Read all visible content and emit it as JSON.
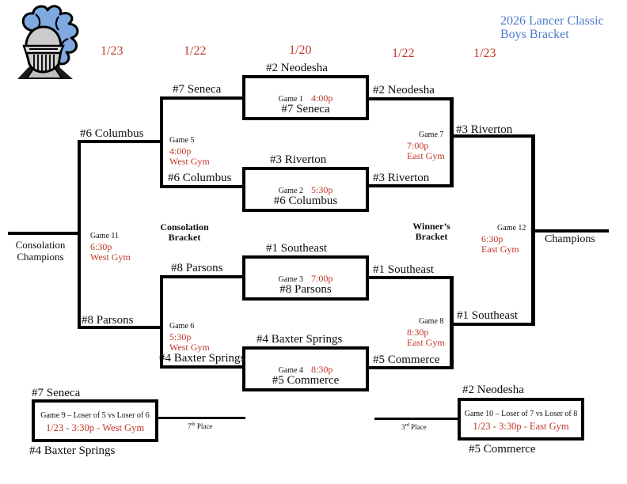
{
  "header": {
    "title_line1": "2026 Lancer Classic",
    "title_line2": "Boys Bracket",
    "date_col1": "1/23",
    "date_col2": "1/22",
    "date_col3": "1/20",
    "date_col4": "1/22",
    "date_col5": "1/23"
  },
  "logo": {
    "icon": "knight-helmet-logo"
  },
  "colors": {
    "red": "#BE3728",
    "blue": "#4C79CE",
    "line": "#000000",
    "plume_blue": "#7FA9E1",
    "helmet_gray": "#CCCCCC"
  },
  "round1": {
    "game1": {
      "label": "Game 1",
      "time": "4:00p",
      "top_seed": "#2 Neodesha",
      "bottom_seed": "#7 Seneca"
    },
    "game2": {
      "label": "Game 2",
      "time": "5:30p",
      "top_seed": "#3 Riverton",
      "bottom_seed": "#6 Columbus"
    },
    "game3": {
      "label": "Game 3",
      "time": "7:00p",
      "top_seed": "#1 Southeast",
      "bottom_seed": "#8 Parsons"
    },
    "game4": {
      "label": "Game 4",
      "time": "8:30p",
      "top_seed": "#4 Baxter Springs",
      "bottom_seed": "#5 Commerce"
    }
  },
  "consolation_side": {
    "heading_line1": "Consolation",
    "heading_line2": "Bracket",
    "champ_line1": "Consolation",
    "champ_line2": "Champions",
    "game5": {
      "label": "Game 5",
      "time": "4:00p",
      "gym": "West Gym",
      "entrant_top": "#7 Seneca",
      "entrant_bottom": "#6 Columbus",
      "advancer": "#6 Columbus"
    },
    "game6": {
      "label": "Game 6",
      "time": "5:30p",
      "gym": "West Gym",
      "entrant_top": "#8 Parsons",
      "entrant_bottom": "#4 Baxter Springs",
      "advancer": "#8 Parsons"
    },
    "game11": {
      "label": "Game 11",
      "time": "6:30p",
      "gym": "West Gym"
    }
  },
  "winners_side": {
    "heading_line1": "Winner’s",
    "heading_line2": "Bracket",
    "champ_label": "Champions",
    "game7": {
      "label": "Game 7",
      "time": "7:00p",
      "gym": "East Gym",
      "entrant_top": "#2 Neodesha",
      "entrant_bottom": "#3 Riverton",
      "advancer": "#3 Riverton"
    },
    "game8": {
      "label": "Game 8",
      "time": "8:30p",
      "gym": "East Gym",
      "entrant_top": "#1 Southeast",
      "entrant_bottom": "#5 Commerce",
      "advancer": "#1 Southeast"
    },
    "game12": {
      "label": "Game 12",
      "time": "6:30p",
      "gym": "East Gym"
    }
  },
  "placement_games": {
    "game9": {
      "title": "Game 9 – Loser of 5 vs Loser of 6",
      "detail": "1/23 - 3:30p - West Gym",
      "top_seed": "#7 Seneca",
      "bottom_seed": "#4 Baxter Springs",
      "place_number": "7",
      "place_ordinal": "th",
      "place_word": " Place"
    },
    "game10": {
      "title": "Game 10 – Loser of 7 vs Loser of 8",
      "detail": "1/23 - 3:30p - East Gym",
      "top_seed": "#2 Neodesha",
      "bottom_seed": "#5 Commerce",
      "place_number": "3",
      "place_ordinal": "rd",
      "place_word": " Place"
    }
  }
}
